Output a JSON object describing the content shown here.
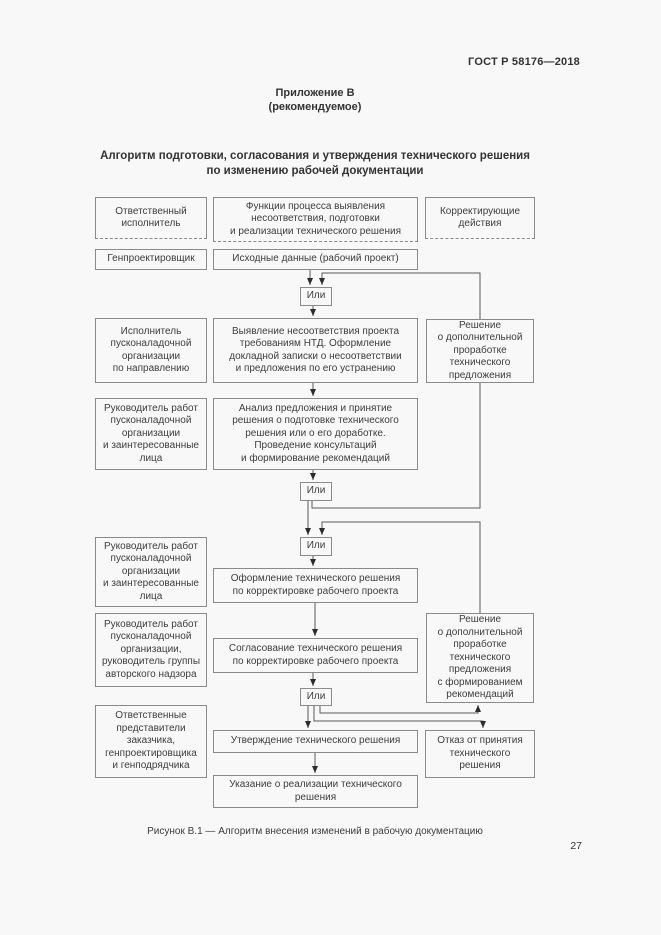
{
  "page": {
    "standard_number": "ГОСТ Р 58176—2018",
    "appendix_heading": "Приложение В\n(рекомендуемое)",
    "title": "Алгоритм подготовки, согласования и утверждения технического решения\nпо изменению рабочей документации",
    "caption": "Рисунок В.1 — Алгоритм внесения изменений в рабочую документацию",
    "page_number": "27"
  },
  "flowchart": {
    "or_label": "Или",
    "boxes": {
      "resp_header": "Ответственный\nисполнитель",
      "func_header": "Функции процесса выявления\nнесоответствия, подготовки\nи реализации технического решения",
      "corr_header": "Корректирующие\nдействия",
      "genproj": "Генпроектировщик",
      "initial_data": "Исходные данные (рабочий проект)",
      "executor": "Исполнитель\nпусконаладочной\nорганизации\nпо направлению",
      "detect": "Выявление несоответствия проекта\nтребованиям НТД. Оформление\nдокладной записки о несоответствии\nи предложения по его устранению",
      "decision1": "Решение\nо дополнительной\nпроработке\nтехнического\nпредложения",
      "lead1": "Руководитель работ\nпусконаладочной\nорганизации\nи заинтересованные\nлица",
      "analysis": "Анализ предложения и принятие\nрешения о подготовке технического\nрешения или о его доработке.\nПроведение консультаций\nи формирование рекомендаций",
      "lead2": "Руководитель работ\nпусконаладочной\nорганизации\nи заинтересованные\nлица",
      "draft": "Оформление технического решения\nпо корректировке рабочего проекта",
      "lead3": "Руководитель работ\nпусконаладочной\nорганизации,\nруководитель группы\nавторского надзора",
      "approve_coord": "Согласование технического решения\nпо корректировке рабочего проекта",
      "decision2": "Решение\nо дополнительной\nпроработке\nтехнического\nпредложения\nс формированием\nрекомендаций",
      "reps": "Ответственные\nпредставители\nзаказчика,\nгенпроектировщика\nи генподрядчика",
      "approve": "Утверждение технического решения",
      "reject": "Отказ от принятия\nтехнического\nрешения",
      "implement": "Указание о реализации технического\nрешения"
    }
  }
}
